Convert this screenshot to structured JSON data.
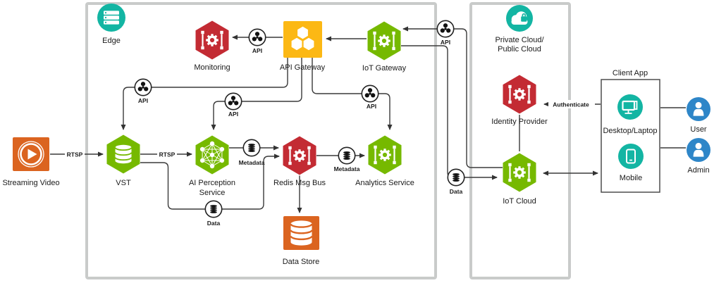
{
  "diagram": {
    "edge_region": {
      "label": "Edge"
    },
    "cloud_region": {
      "label_line1": "Private Cloud/",
      "label_line2": "Public Cloud"
    },
    "client_region": {
      "title": "Client App"
    },
    "nodes": {
      "monitoring": {
        "label": "Monitoring"
      },
      "api_gateway": {
        "label": "API Gateway"
      },
      "iot_gateway": {
        "label": "IoT Gateway"
      },
      "streaming_video": {
        "label": "Streaming Video"
      },
      "vst": {
        "label": "VST"
      },
      "ai_perception": {
        "label_line1": "AI Perception",
        "label_line2": "Service"
      },
      "redis": {
        "label": "Redis Msg Bus"
      },
      "analytics": {
        "label": "Analytics Service"
      },
      "data_store": {
        "label": "Data Store"
      },
      "identity_provider": {
        "label": "Identity Provider"
      },
      "iot_cloud": {
        "label": "IoT Cloud"
      },
      "desktop": {
        "label": "Desktop/Laptop"
      },
      "mobile": {
        "label": "Mobile"
      },
      "user": {
        "label": "User"
      },
      "admin": {
        "label": "Admin"
      }
    },
    "flow_labels": {
      "api": "API",
      "rtsp": "RTSP",
      "metadata": "Metadata",
      "data": "Data",
      "authenticate": "Authenticate"
    },
    "colors": {
      "green": "#76B900",
      "red": "#C32B33",
      "amber": "#FCB814",
      "teal": "#13B5A3",
      "orange": "#DB6420",
      "blue": "#2E86C8"
    }
  }
}
